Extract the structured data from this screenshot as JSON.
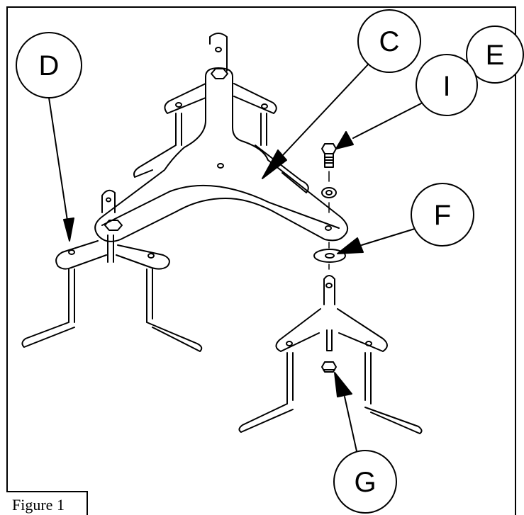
{
  "figure": {
    "label": "Figure 1"
  },
  "callouts": {
    "c": "C",
    "d": "D",
    "e": "E",
    "f": "F",
    "g": "G",
    "i": "I"
  },
  "colors": {
    "line": "#000000",
    "background": "#ffffff"
  }
}
